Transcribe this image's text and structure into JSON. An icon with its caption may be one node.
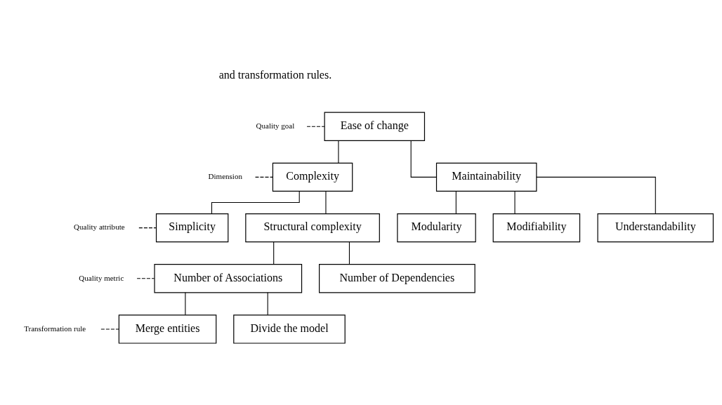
{
  "diagram": {
    "nodes": [
      {
        "text": [
          "Quality goal"
        ]
      },
      {
        "text": [
          "Ease of change"
        ]
      },
      {
        "text": [
          "Dimension"
        ]
      },
      {
        "text": [
          "Complexity"
        ]
      },
      {
        "text": [
          "Maintainability"
        ]
      },
      {
        "text": [
          "Quality attribute"
        ]
      },
      {
        "text": [
          "Simplicity"
        ]
      },
      {
        "text": [
          "Structural complexity"
        ]
      },
      {
        "text": [
          "Modularity"
        ]
      },
      {
        "text": [
          "Modifiability"
        ]
      },
      {
        "text": [
          "Understandability"
        ]
      },
      {
        "text": [
          "Quality metric"
        ]
      },
      {
        "text": [
          "Number of Associations"
        ]
      },
      {
        "text": [
          "Number of Dependencies"
        ]
      },
      {
        "text": [
          "Transformation rule"
        ]
      },
      {
        "text": [
          "Merge entities"
        ]
      },
      {
        "text": [
          "Divide the model"
        ]
      }
    ],
    "edges": [
      {
        "from": 0,
        "to": 1,
        "arrow": "none",
        "style": "dashed"
      },
      {
        "from": 1,
        "to": 3,
        "arrow": "none"
      },
      {
        "from": 1,
        "to": 4,
        "arrow": "none"
      },
      {
        "from": 2,
        "to": 3,
        "arrow": "none",
        "style": "dashed"
      },
      {
        "from": 3,
        "to": 6,
        "arrow": "none"
      },
      {
        "from": 3,
        "to": 7,
        "arrow": "none"
      },
      {
        "from": 4,
        "to": 8,
        "arrow": "none"
      },
      {
        "from": 4,
        "to": 10,
        "arrow": "none"
      },
      {
        "from": 4,
        "to": 9,
        "arrow": "none"
      },
      {
        "from": 5,
        "to": 6,
        "arrow": "none",
        "style": "dashed"
      },
      {
        "from": 7,
        "to": 12,
        "arrow": "none"
      },
      {
        "from": 7,
        "to": 13,
        "arrow": "none"
      },
      {
        "from": 11,
        "to": 12,
        "arrow": "none",
        "style": "dashed"
      },
      {
        "from": 12,
        "to": 15,
        "arrow": "none"
      },
      {
        "from": 12,
        "to": 16,
        "arrow": "none"
      },
      {
        "from": 14,
        "to": 15,
        "arrow": "none",
        "style": "dashed"
      }
    ],
    "labels": [
      "and transformation rules."
    ]
  }
}
